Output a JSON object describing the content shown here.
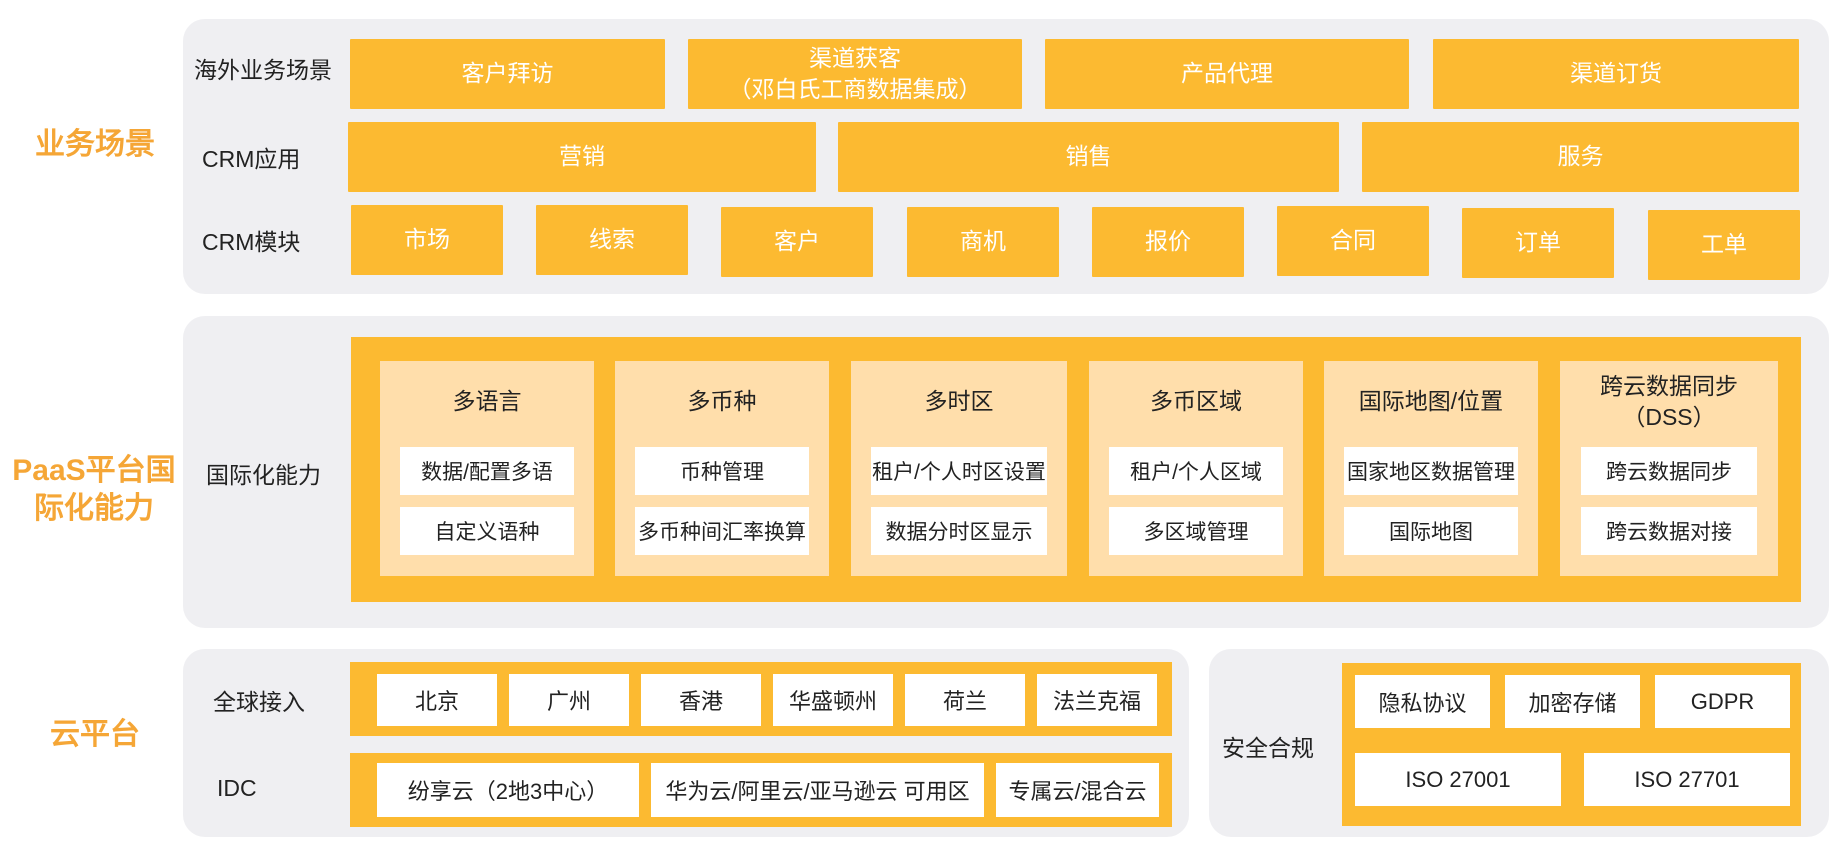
{
  "layers": {
    "business": "业务场景",
    "paas": "PaaS平台国际化能力",
    "cloud": "云平台"
  },
  "business": {
    "scenes_label": "海外业务场景",
    "scenes": [
      "客户拜访",
      "渠道获客\n（邓白氏工商数据集成）",
      "产品代理",
      "渠道订货"
    ],
    "apps_label": "CRM应用",
    "apps": [
      "营销",
      "销售",
      "服务"
    ],
    "modules_label": "CRM模块",
    "modules": [
      "市场",
      "线索",
      "客户",
      "商机",
      "报价",
      "合同",
      "订单",
      "工单"
    ]
  },
  "paas": {
    "label": "国际化能力",
    "features": [
      {
        "title": "多语言",
        "items": [
          "数据/配置多语",
          "自定义语种"
        ]
      },
      {
        "title": "多币种",
        "items": [
          "币种管理",
          "多币种间汇率换算"
        ]
      },
      {
        "title": "多时区",
        "items": [
          "租户/个人时区设置",
          "数据分时区显示"
        ]
      },
      {
        "title": "多币区域",
        "items": [
          "租户/个人区域",
          "多区域管理"
        ]
      },
      {
        "title": "国际地图/位置",
        "items": [
          "国家地区数据管理",
          "国际地图"
        ]
      },
      {
        "title": "跨云数据同步\n（DSS）",
        "items": [
          "跨云数据同步",
          "跨云数据对接"
        ]
      }
    ]
  },
  "cloud": {
    "access_label": "全球接入",
    "access": [
      "北京",
      "广州",
      "香港",
      "华盛顿州",
      "荷兰",
      "法兰克福"
    ],
    "idc_label": "IDC",
    "idc": [
      "纷享云（2地3中心）",
      "华为云/阿里云/亚马逊云  可用区",
      "专属云/混合云"
    ],
    "security_label": "安全合规",
    "security_row1": [
      "隐私协议",
      "加密存储",
      "GDPR"
    ],
    "security_row2": [
      "ISO 27001",
      "ISO 27701"
    ]
  },
  "colors": {
    "accent": "#fcba31",
    "title_orange": "#f5a636",
    "panel_gray": "#efeff2",
    "feature_peach": "#ffdeab"
  }
}
